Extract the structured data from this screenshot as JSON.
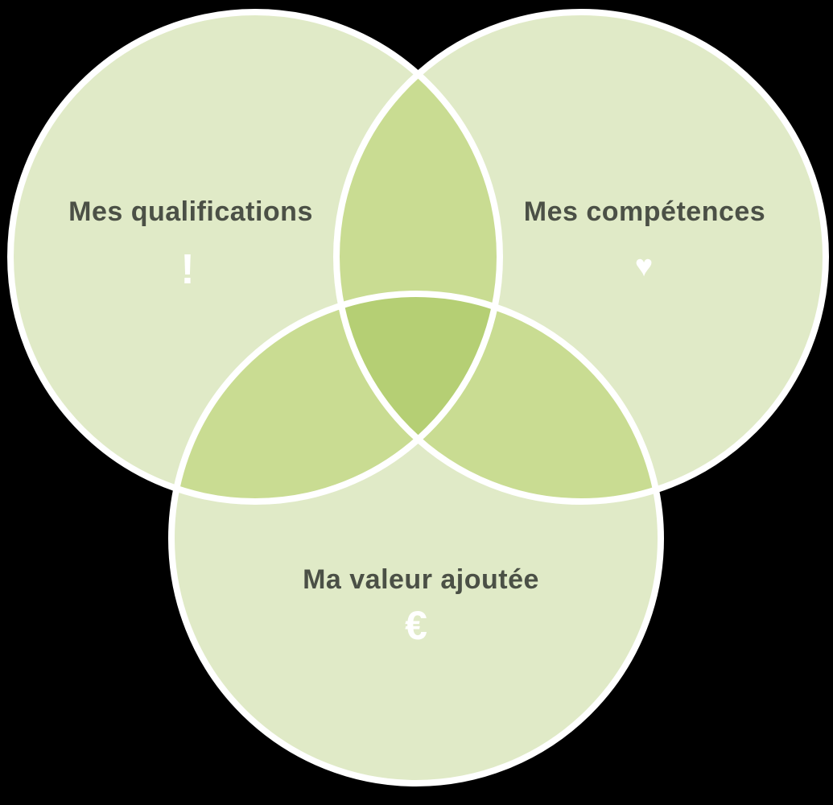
{
  "diagram": {
    "title": "venn-diagram-valeur-ajoutee",
    "background_color": "#000000",
    "circle_fill": "#e0eac7",
    "overlap_fill": "#c9dc92",
    "triple_overlap_fill": "#b5cf74",
    "stroke_color": "#ffffff",
    "label_color": "#4b5046",
    "symbol_color": "#ffffff",
    "circles": [
      {
        "id": "qualifications",
        "label": "Mes qualifications",
        "symbol": "!"
      },
      {
        "id": "competences",
        "label": "Mes compétences",
        "symbol": "♥"
      },
      {
        "id": "valeur-ajoutee",
        "label": "Ma valeur ajoutée",
        "symbol": "€"
      }
    ]
  }
}
